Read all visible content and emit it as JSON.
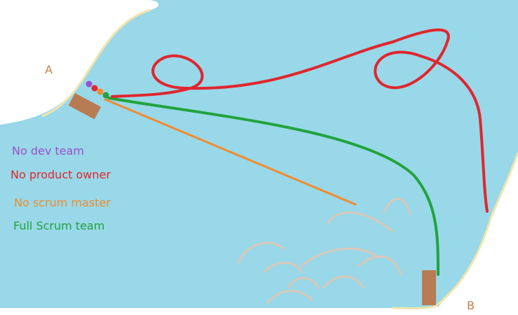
{
  "points": {
    "start": "A",
    "end": "B"
  },
  "legend": [
    {
      "key": "dev",
      "label": "No dev team",
      "color": "#9b4fc9"
    },
    {
      "key": "po",
      "label": "No product owner",
      "color": "#e0262e"
    },
    {
      "key": "sm",
      "label": "No scrum master",
      "color": "#f28a2e"
    },
    {
      "key": "full",
      "label": "Full Scrum team",
      "color": "#22a33c"
    }
  ],
  "colors": {
    "water": "#98d8e8",
    "shore": "#f2e4ac",
    "boat": "#b87c55",
    "waves": "#d9c7b8",
    "point_label": "#c77b4a"
  }
}
